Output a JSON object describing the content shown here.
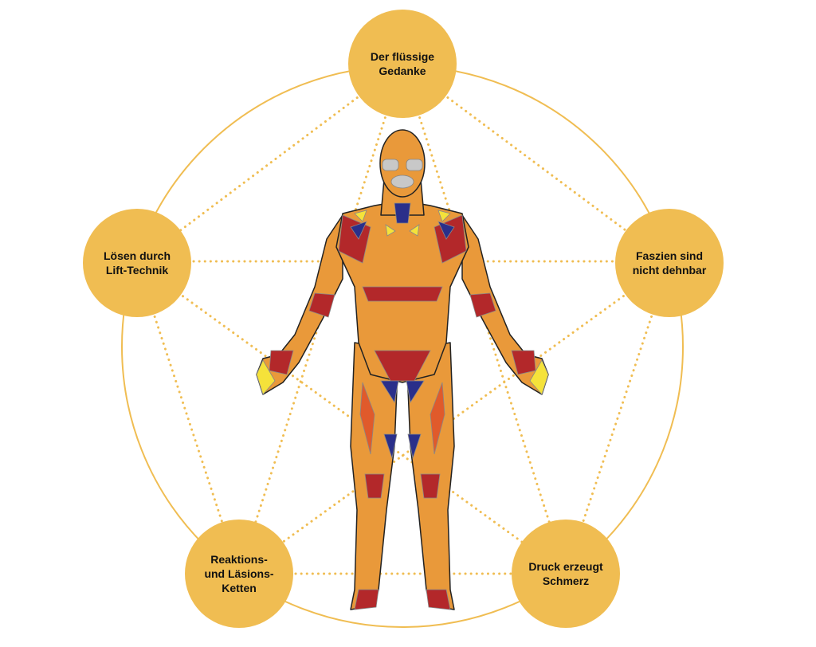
{
  "colors": {
    "node": "#f0bd52",
    "ring": "#f0bd52",
    "dots": "#f0bd52",
    "skin": "#e9993a",
    "muscle_red": "#b3282a",
    "muscle_orange": "#e05a2b",
    "fascia_blue": "#2a2f8a",
    "highlight_yellow": "#f5e23a",
    "grey": "#c8c8c8"
  },
  "nodes": {
    "top": "Der flüssige\nGedanke",
    "left": "Lösen durch\nLift-Technik",
    "right": "Faszien sind\nnicht dehnbar",
    "bottom_left": "Reaktions-\nund Läsions-\nKetten",
    "bottom_right": "Druck erzeugt\nSchmerz"
  }
}
